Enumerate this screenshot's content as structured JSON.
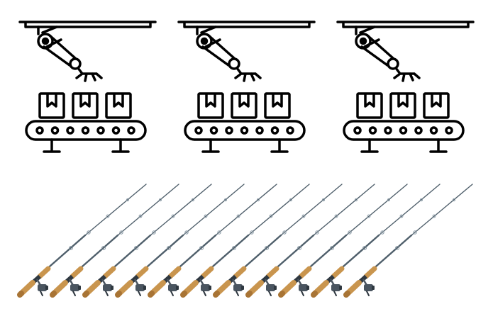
{
  "scene": {
    "factory_icon_count": 3,
    "fishing_rod_count": 11,
    "boxes_per_conveyor": 3,
    "rollers_per_conveyor": 7
  },
  "colors": {
    "icon_stroke": "#000000",
    "background": "#ffffff",
    "rod_blank": "#4f5f6b",
    "rod_guide": "#8a9aa6",
    "handle_cork": "#c9954e",
    "handle_cork_dark": "#a87435",
    "reel_body": "#4a5560",
    "reel_dark": "#2f3840"
  },
  "icons": {
    "factory": "robotic-arm-conveyor-icon",
    "rod": "fishing-rod-icon"
  }
}
